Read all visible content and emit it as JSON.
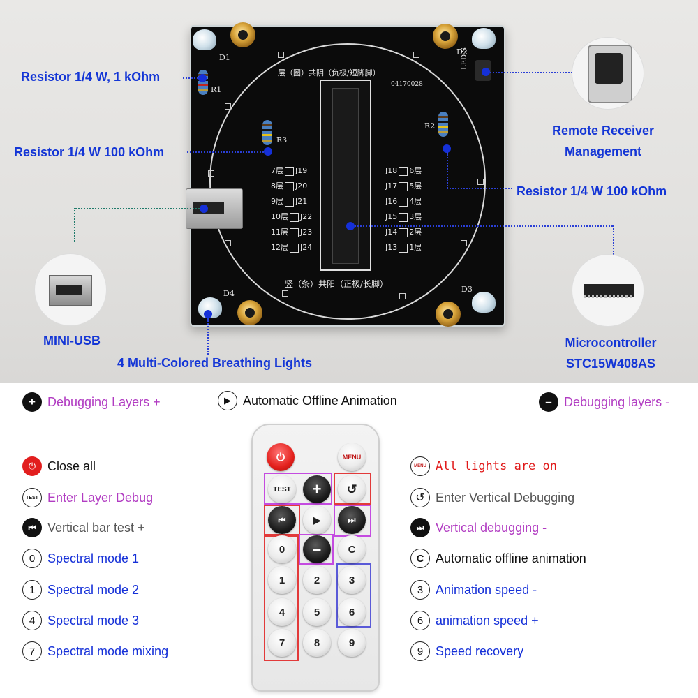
{
  "board": {
    "labels": {
      "d1": "D1",
      "d2": "D2",
      "d3": "D3",
      "d4": "D4",
      "r1": "R1",
      "r2": "R2",
      "r3": "R3",
      "leds": "LED S",
      "top_text": "层（圈）共阴（负极/短脚脚）",
      "bottom_text": "竖（条）共阳（正极/长脚）",
      "chip_code": "04170028"
    },
    "left_jumpers": [
      "7层",
      "8层",
      "9层",
      "10层",
      "11层",
      "12层"
    ],
    "left_j": [
      "J19",
      "J20",
      "J21",
      "J22",
      "J23",
      "J24"
    ],
    "right_j": [
      "J18",
      "J17",
      "J16",
      "J15",
      "J14",
      "J13"
    ],
    "right_jumpers": [
      "6层",
      "5层",
      "4层",
      "3层",
      "2层",
      "1层"
    ]
  },
  "callouts": {
    "r1": "Resistor 1/4 W, 1 kOhm",
    "r3": "Resistor 1/4 W 100 kOhm",
    "r2": "Resistor 1/4 W 100 kOhm",
    "remote_receiver": "Remote Receiver\nManagement",
    "mini_usb": "MINI-USB",
    "lights": "4 Multi-Colored Breathing Lights",
    "mcu": "Microcontroller\nSTC15W408AS"
  },
  "legend": {
    "plus": {
      "icon": "plus-icon",
      "label": "Debugging Layers +"
    },
    "play": {
      "icon": "play-icon",
      "label": "Automatic Offline Animation"
    },
    "minus": {
      "icon": "minus-icon",
      "label": "Debugging layers -"
    },
    "left": [
      {
        "icon": "power-icon",
        "label": "Close all"
      },
      {
        "icon": "test-icon",
        "glyph": "TEST",
        "label": "Enter Layer Debug"
      },
      {
        "icon": "prev-icon",
        "label": "Vertical bar test +"
      },
      {
        "icon": "zero-icon",
        "glyph": "0",
        "label": "Spectral mode 1"
      },
      {
        "icon": "one-icon",
        "glyph": "1",
        "label": "Spectral mode 2"
      },
      {
        "icon": "four-icon",
        "glyph": "4",
        "label": "Spectral mode 3"
      },
      {
        "icon": "seven-icon",
        "glyph": "7",
        "label": "Spectral mode mixing"
      }
    ],
    "right": [
      {
        "icon": "menu-icon",
        "glyph": "MENU",
        "label": "All lights are on"
      },
      {
        "icon": "return-icon",
        "label": "Enter Vertical Debugging"
      },
      {
        "icon": "next-icon",
        "label": "Vertical debugging -"
      },
      {
        "icon": "c-icon",
        "glyph": "C",
        "label": "Automatic offline animation"
      },
      {
        "icon": "three-icon",
        "glyph": "3",
        "label": "Animation speed -"
      },
      {
        "icon": "six-icon",
        "glyph": "6",
        "label": "animation speed +"
      },
      {
        "icon": "nine-icon",
        "glyph": "9",
        "label": "Speed recovery"
      }
    ]
  },
  "remote": {
    "menu": "MENU",
    "test": "TEST",
    "c": "C",
    "digits": [
      "0",
      "1",
      "2",
      "3",
      "4",
      "5",
      "6",
      "7",
      "8",
      "9"
    ]
  }
}
